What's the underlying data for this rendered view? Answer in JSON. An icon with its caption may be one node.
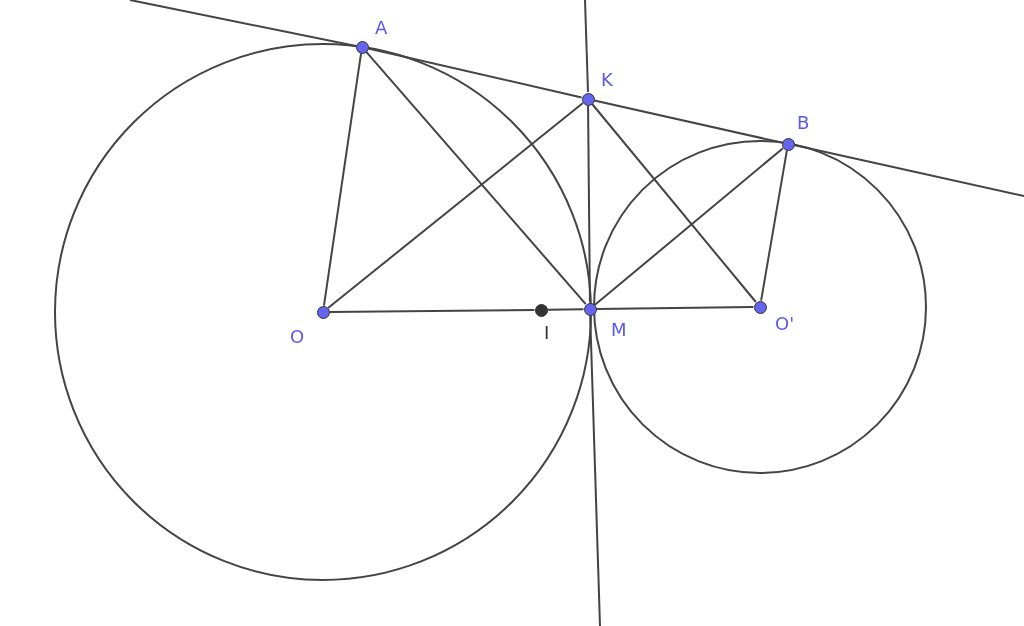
{
  "diagram": {
    "nodes": [
      {
        "text": [
          "A"
        ]
      },
      {
        "text": [
          "K"
        ]
      },
      {
        "text": [
          "B"
        ]
      },
      {
        "text": [
          "O"
        ]
      },
      {
        "text": [
          "I"
        ]
      },
      {
        "text": [
          "M"
        ]
      },
      {
        "text": [
          "O'"
        ]
      }
    ],
    "edges": [
      {
        "from": 3,
        "to": 0,
        "arrow": "none"
      },
      {
        "from": 0,
        "to": 5,
        "arrow": "none"
      },
      {
        "from": 0,
        "to": 1,
        "arrow": "none"
      },
      {
        "from": 1,
        "to": 2,
        "arrow": "none"
      },
      {
        "from": 3,
        "to": 1,
        "arrow": "none"
      },
      {
        "from": 1,
        "to": 5,
        "arrow": "none"
      },
      {
        "from": 1,
        "to": 6,
        "arrow": "none"
      },
      {
        "from": 5,
        "to": 2,
        "arrow": "none"
      },
      {
        "from": 2,
        "to": 6,
        "arrow": "none"
      },
      {
        "from": 3,
        "to": 4,
        "arrow": "none"
      },
      {
        "from": 4,
        "to": 5,
        "arrow": "none"
      },
      {
        "from": 5,
        "to": 6,
        "arrow": "none"
      }
    ]
  }
}
